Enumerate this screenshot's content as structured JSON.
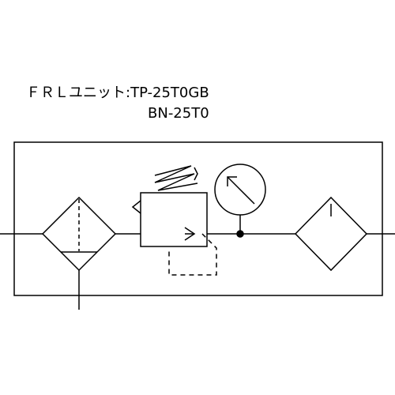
{
  "title": {
    "prefix": "ＦＲＬユニット:",
    "model_primary": "TP-25T0GB",
    "model_secondary": "BN-25T0"
  },
  "colors": {
    "line": "#000000",
    "background": "#ffffff"
  },
  "components": [
    {
      "symbol": "filter-with-drain",
      "name": "filter"
    },
    {
      "symbol": "pressure-regulator",
      "name": "regulator"
    },
    {
      "symbol": "pressure-gauge",
      "name": "gauge"
    },
    {
      "symbol": "lubricator",
      "name": "lubricator"
    }
  ]
}
